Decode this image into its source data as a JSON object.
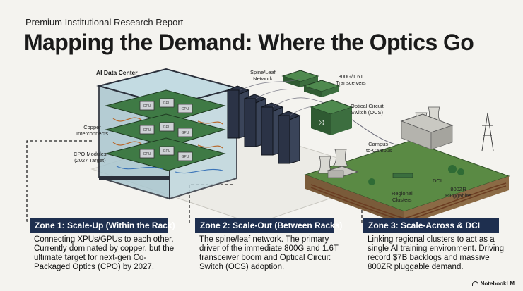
{
  "header": {
    "eyebrow": "Premium Institutional Research Report",
    "title": "Mapping the Demand: Where the Optics Go"
  },
  "labels": {
    "ai_data_center": "AI Data Center",
    "copper": "Copper\nInterconnects",
    "cpo": "CPO Modules\n(2027 Target)",
    "spine_leaf": "Spine/Leaf\nNetwork",
    "transceivers": "800G/1.6T\nTransceivers",
    "ocs": "Optical Circuit\nSwitch (OCS)",
    "campus": "Campus-\nto-Campus",
    "dci": "DCI",
    "zr": "800ZR\nPluggables",
    "regional": "Regional\nClusters",
    "chip": "GPU"
  },
  "zones": [
    {
      "title": "Zone 1: Scale-Up (Within the Rack)",
      "body": "Connecting XPUs/GPUs to each other. Currently dominated by copper, but the ultimate target for next-gen Co-Packaged Optics (CPO) by 2027."
    },
    {
      "title": "Zone 2: Scale-Out (Between Racks)",
      "body": "The spine/leaf network. The primary driver of the immediate 800G and 1.6T transceiver boom and Optical Circuit Switch (OCS) adoption."
    },
    {
      "title": "Zone 3: Scale-Across & DCI",
      "body": "Linking regional clusters to act as a single AI training environment. Driving record $7B backlogs and massive 800ZR pluggable demand."
    }
  ],
  "footer": {
    "brand": "NotebookLM"
  },
  "colors": {
    "navy": "#1e2f4f",
    "green": "#4f8a4f",
    "board": "#3f7a45",
    "glass": "#b7d3db",
    "rack": "#2b3346"
  }
}
